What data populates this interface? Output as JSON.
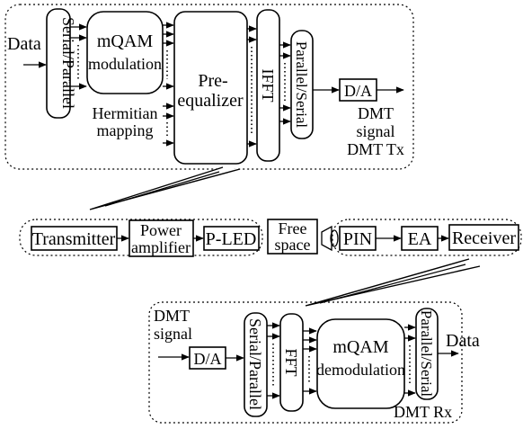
{
  "tx": {
    "data_in": "Data",
    "serial_parallel": "Serial/Parallel",
    "mqam_line1": "mQAM",
    "mqam_line2": "modulation",
    "hermitian_line1": "Hermitian",
    "hermitian_line2": "mapping",
    "preeq_line1": "Pre-",
    "preeq_line2": "equalizer",
    "ifft": "IFFT",
    "parallel_serial": "Parallel/Serial",
    "da": "D/A",
    "dmt_line1": "DMT",
    "dmt_line2": "signal",
    "group_label": "DMT Tx"
  },
  "link": {
    "transmitter": "Transmitter",
    "amp_line1": "Power",
    "amp_line2": "amplifier",
    "pled": "P-LED",
    "free_line1": "Free",
    "free_line2": "space",
    "pin": "PIN",
    "ea": "EA",
    "receiver": "Receiver"
  },
  "rx": {
    "dmt_line1": "DMT",
    "dmt_line2": "signal",
    "da": "D/A",
    "serial_parallel": "Serial/Parallel",
    "fft": "FFT",
    "mqam_line1": "mQAM",
    "mqam_line2": "demodulation",
    "parallel_serial": "Parallel/Serial",
    "data_out": "Data",
    "group_label": "DMT Rx"
  }
}
